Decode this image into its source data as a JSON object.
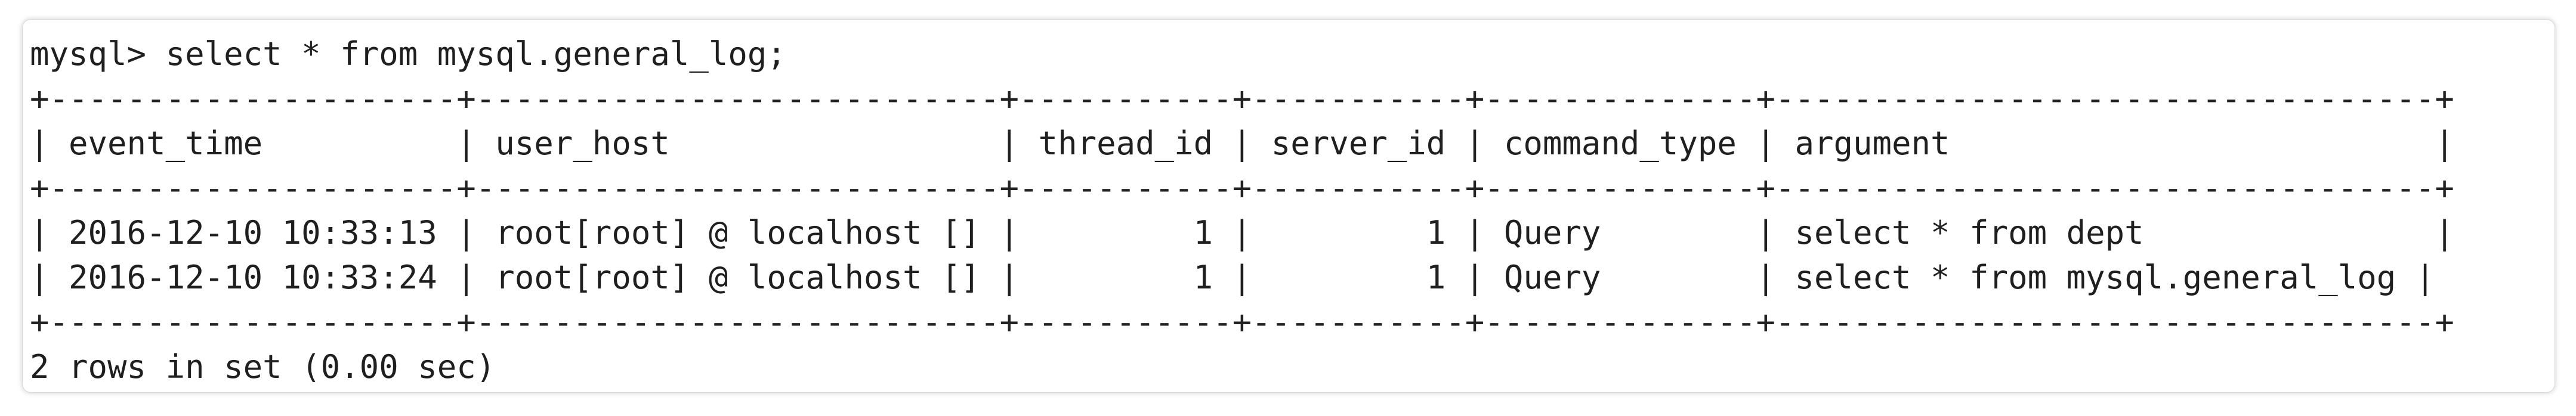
{
  "terminal": {
    "prompt_line": "mysql> select * from mysql.general_log;",
    "border_top": "+---------------------+---------------------------+-----------+-----------+--------------+----------------------------------+",
    "header_row": "| event_time          | user_host                 | thread_id | server_id | command_type | argument                         |",
    "border_mid": "+---------------------+---------------------------+-----------+-----------+--------------+----------------------------------+",
    "rows": [
      "| 2016-12-10 10:33:13 | root[root] @ localhost [] |         1 |         1 | Query        | select * from dept               |",
      "| 2016-12-10 10:33:24 | root[root] @ localhost [] |         1 |         1 | Query        | select * from mysql.general_log |"
    ],
    "border_bottom": "+---------------------+---------------------------+-----------+-----------+--------------+----------------------------------+",
    "footer": "2 rows in set (0.00 sec)"
  },
  "table": {
    "columns": [
      "event_time",
      "user_host",
      "thread_id",
      "server_id",
      "command_type",
      "argument"
    ],
    "data": [
      [
        "2016-12-10 10:33:13",
        "root[root] @ localhost []",
        "1",
        "1",
        "Query",
        "select * from dept"
      ],
      [
        "2016-12-10 10:33:24",
        "root[root] @ localhost []",
        "1",
        "1",
        "Query",
        "select * from mysql.general_log"
      ]
    ]
  }
}
